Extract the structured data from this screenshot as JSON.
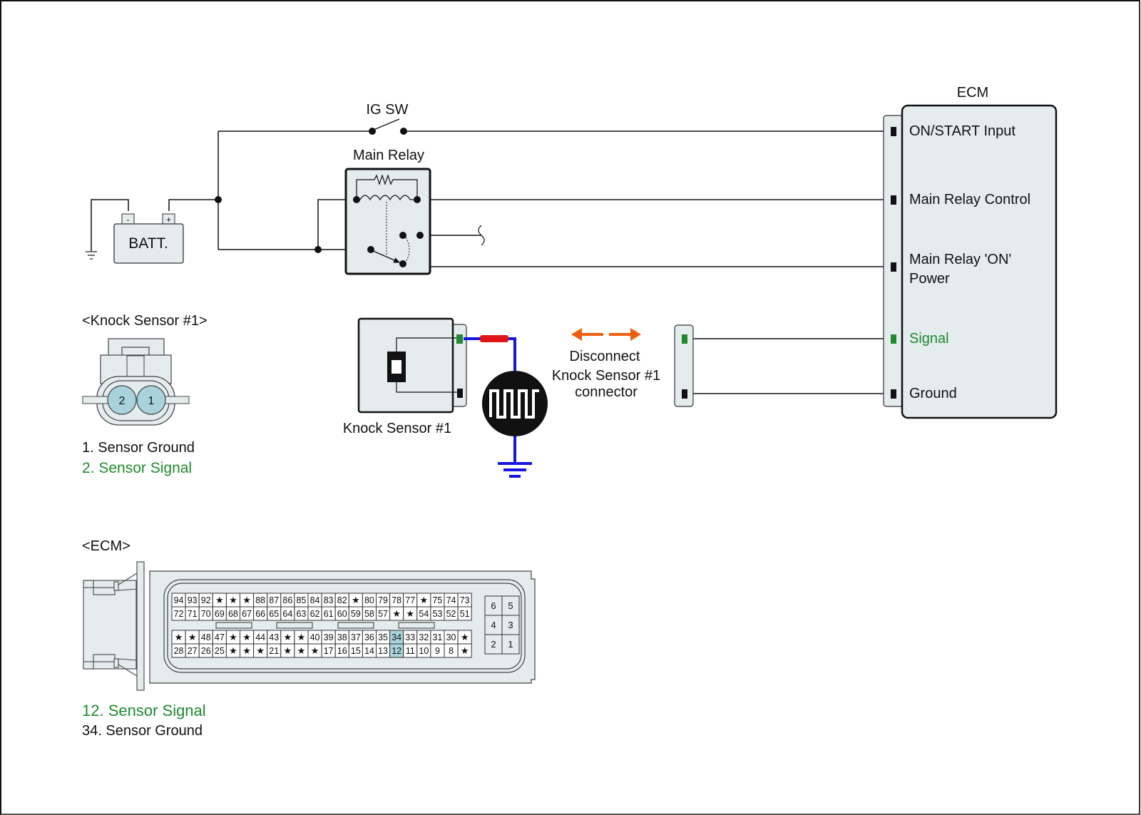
{
  "diagram": {
    "colors": {
      "wire": "#111111",
      "component_fill": "#e4ecee",
      "signal_green": "#1f8a2e",
      "sensor_wire_blue": "#1515e0",
      "harness_red": "#e01515",
      "arrow_orange": "#f06010",
      "pin_highlight": "#a9d3dc"
    },
    "ig_switch": {
      "label": "IG SW"
    },
    "battery": {
      "label": "BATT.",
      "neg_label": "-",
      "pos_label": "+"
    },
    "main_relay": {
      "label": "Main Relay"
    },
    "ecm_block": {
      "title": "ECM",
      "pins": [
        {
          "label": "ON/START Input",
          "highlight": false
        },
        {
          "label": "Main Relay Control",
          "highlight": false
        },
        {
          "label": "Main Relay 'ON'",
          "label2": "Power",
          "highlight": false
        },
        {
          "label": "Signal",
          "highlight": true
        },
        {
          "label": "Ground",
          "highlight": false
        }
      ]
    },
    "knock_sensor": {
      "label": "Knock Sensor #1"
    },
    "disconnect_note": {
      "line1": "Disconnect",
      "line2": "Knock Sensor #1",
      "line3": "connector"
    },
    "knock_connector_view": {
      "title": "<Knock Sensor #1>",
      "pins": [
        "2",
        "1"
      ],
      "legend": [
        {
          "text": "1. Sensor Ground",
          "highlight": false
        },
        {
          "text": "2. Sensor Signal",
          "highlight": true
        }
      ]
    },
    "ecm_connector_view": {
      "title": "<ECM>",
      "star": "★",
      "rows": [
        [
          "94",
          "93",
          "92",
          "★",
          "★",
          "★",
          "88",
          "87",
          "86",
          "85",
          "84",
          "83",
          "82",
          "★",
          "80",
          "79",
          "78",
          "77",
          "★",
          "75",
          "74",
          "73"
        ],
        [
          "72",
          "71",
          "70",
          "69",
          "68",
          "67",
          "66",
          "65",
          "64",
          "63",
          "62",
          "61",
          "60",
          "59",
          "58",
          "57",
          "★",
          "★",
          "54",
          "53",
          "52",
          "51"
        ],
        [
          "★",
          "★",
          "48",
          "47",
          "★",
          "★",
          "44",
          "43",
          "★",
          "★",
          "40",
          "39",
          "38",
          "37",
          "36",
          "35",
          "34",
          "33",
          "32",
          "31",
          "30",
          "★"
        ],
        [
          "28",
          "27",
          "26",
          "25",
          "★",
          "★",
          "★",
          "21",
          "★",
          "★",
          "★",
          "17",
          "16",
          "15",
          "14",
          "13",
          "12",
          "11",
          "10",
          "9",
          "8",
          "★"
        ]
      ],
      "highlighted_pins": [
        "34",
        "12"
      ],
      "aux_block": [
        [
          "6",
          "5"
        ],
        [
          "4",
          "3"
        ],
        [
          "2",
          "1"
        ]
      ],
      "legend": [
        {
          "text": "12. Sensor Signal",
          "highlight": true
        },
        {
          "text": "34. Sensor Ground",
          "highlight": false
        }
      ]
    }
  }
}
